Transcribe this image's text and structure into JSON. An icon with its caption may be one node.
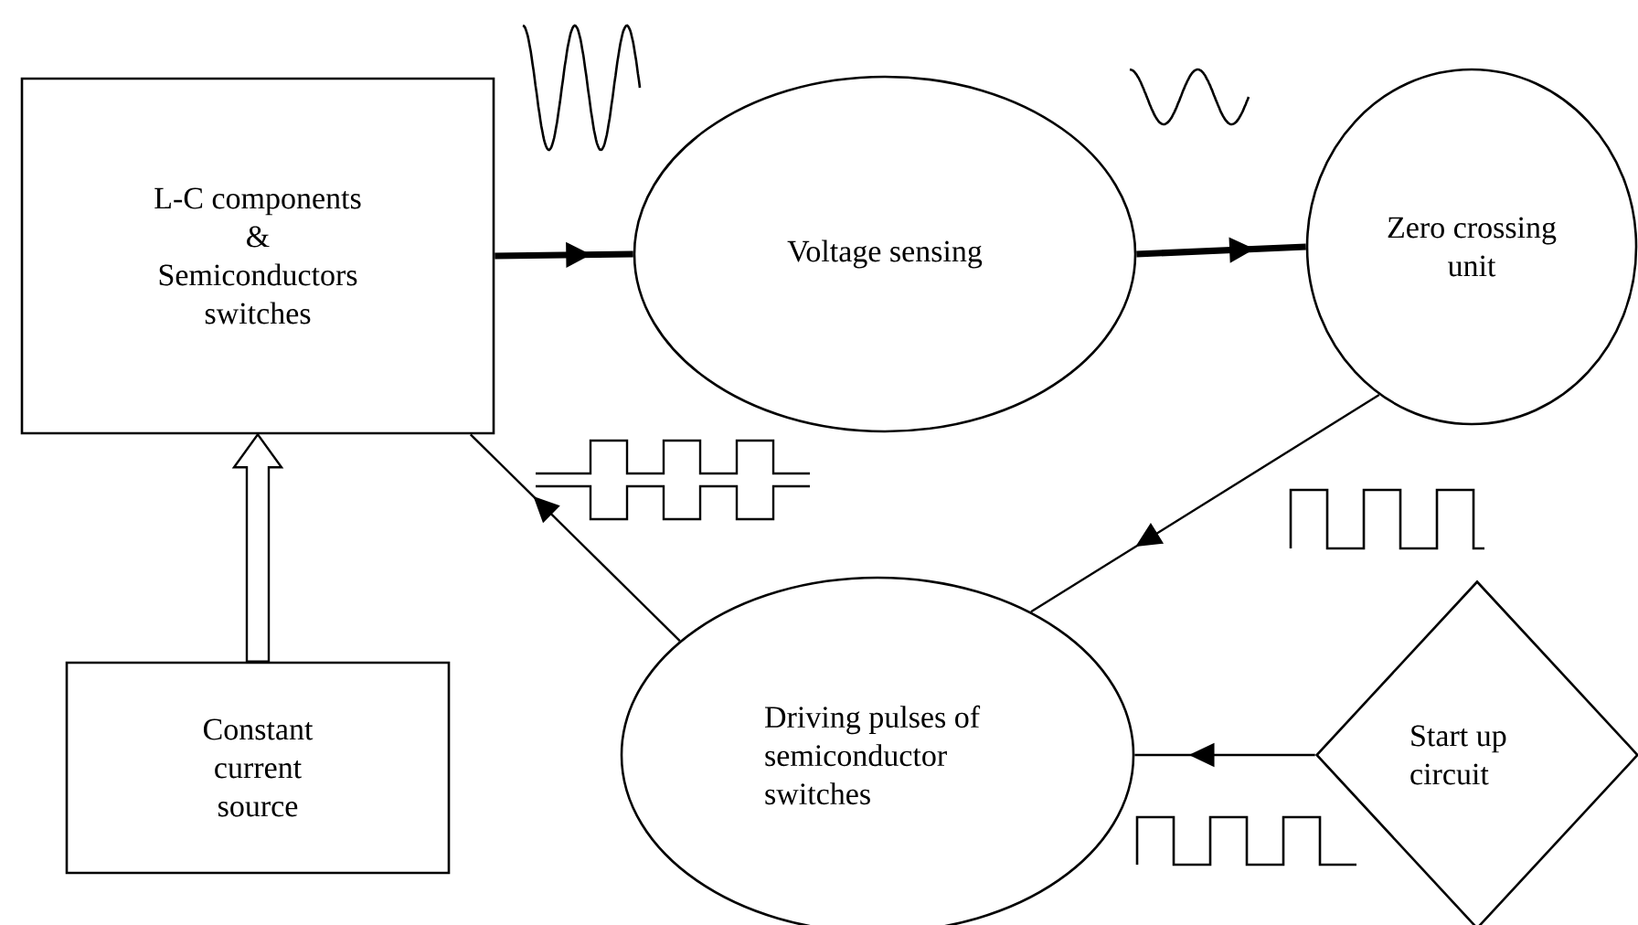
{
  "diagram": {
    "nodes": [
      {
        "text": [
          "L-C components & Semiconductors switches"
        ]
      },
      {
        "text": [
          "Voltage sensing"
        ]
      },
      {
        "text": [
          "Zero crossing unit"
        ]
      },
      {
        "text": [
          "Driving pulses of semiconductor switches"
        ]
      },
      {
        "text": [
          "Start up circuit"
        ]
      },
      {
        "text": [
          "Constant current source"
        ]
      }
    ],
    "edges": [
      {
        "from": 0,
        "to": 1,
        "arrow": "to",
        "style": "thick"
      },
      {
        "from": 1,
        "to": 2,
        "arrow": "to",
        "style": "thick"
      },
      {
        "from": 2,
        "to": 3,
        "arrow": "to"
      },
      {
        "from": 4,
        "to": 3,
        "arrow": "to"
      },
      {
        "from": 3,
        "to": 0,
        "arrow": "to"
      },
      {
        "from": 5,
        "to": 0,
        "arrow": "to"
      }
    ]
  }
}
